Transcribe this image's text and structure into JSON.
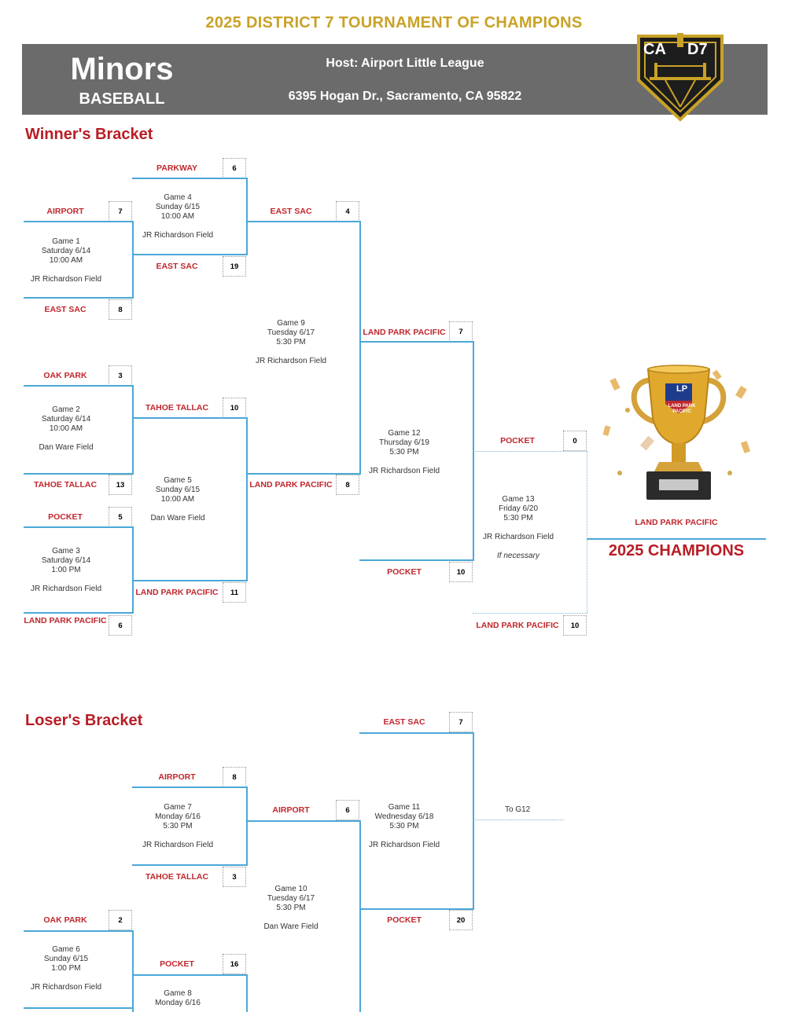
{
  "header": {
    "title": "2025 DISTRICT 7 TOURNAMENT OF CHAMPIONS",
    "division": "Minors",
    "sport": "BASEBALL",
    "host": "Host: Airport Little League",
    "address": "6395 Hogan Dr., Sacramento, CA 95822",
    "logo_text_left": "CA",
    "logo_text_right": "D7"
  },
  "sections": {
    "winners": "Winner's Bracket",
    "losers": "Loser's Bracket"
  },
  "games": {
    "g1": {
      "game": "Game 1",
      "date": "Saturday 6/14",
      "time": "10:00 AM",
      "field": "JR Richardson Field"
    },
    "g2": {
      "game": "Game 2",
      "date": "Saturday 6/14",
      "time": "10:00 AM",
      "field": "Dan Ware Field"
    },
    "g3": {
      "game": "Game 3",
      "date": "Saturday 6/14",
      "time": "1:00 PM",
      "field": "JR Richardson Field"
    },
    "g4": {
      "game": "Game 4",
      "date": "Sunday 6/15",
      "time": "10:00 AM",
      "field": "JR Richardson Field"
    },
    "g5": {
      "game": "Game 5",
      "date": "Sunday 6/15",
      "time": "10:00 AM",
      "field": "Dan Ware Field"
    },
    "g6": {
      "game": "Game 6",
      "date": "Sunday 6/15",
      "time": "1:00 PM",
      "field": "JR Richardson Field"
    },
    "g7": {
      "game": "Game 7",
      "date": "Monday 6/16",
      "time": "5:30 PM",
      "field": "JR Richardson Field"
    },
    "g8": {
      "game": "Game 8",
      "date": "Monday 6/16"
    },
    "g9": {
      "game": "Game 9",
      "date": "Tuesday 6/17",
      "time": "5:30 PM",
      "field": "JR Richardson Field"
    },
    "g10": {
      "game": "Game 10",
      "date": "Tuesday 6/17",
      "time": "5:30 PM",
      "field": "Dan Ware Field"
    },
    "g11": {
      "game": "Game 11",
      "date": "Wednesday 6/18",
      "time": "5:30 PM",
      "field": "JR Richardson Field"
    },
    "g12": {
      "game": "Game 12",
      "date": "Thursday 6/19",
      "time": "5:30 PM",
      "field": "JR Richardson Field"
    },
    "g13": {
      "game": "Game 13",
      "date": "Friday 6/20",
      "time": "5:30 PM",
      "field": "JR Richardson Field",
      "note": "If necessary"
    }
  },
  "winners_bracket": {
    "r1": [
      {
        "team": "AIRPORT",
        "score": "7"
      },
      {
        "team": "EAST SAC",
        "score": "8"
      },
      {
        "team": "OAK PARK",
        "score": "3"
      },
      {
        "team": "TAHOE TALLAC",
        "score": "13"
      },
      {
        "team": "POCKET",
        "score": "5"
      },
      {
        "team": "LAND PARK PACIFIC",
        "score": "6"
      }
    ],
    "r2": [
      {
        "team": "PARKWAY",
        "score": "6"
      },
      {
        "team": "EAST SAC",
        "score": "19"
      },
      {
        "team": "TAHOE TALLAC",
        "score": "10"
      },
      {
        "team": "LAND PARK PACIFIC",
        "score": "11"
      }
    ],
    "r3": [
      {
        "team": "EAST SAC",
        "score": "4"
      },
      {
        "team": "LAND PARK PACIFIC",
        "score": "8"
      }
    ],
    "r4": [
      {
        "team": "LAND PARK PACIFIC",
        "score": "7"
      },
      {
        "team": "POCKET",
        "score": "10"
      }
    ],
    "r5": [
      {
        "team": "POCKET",
        "score": "0"
      },
      {
        "team": "LAND PARK PACIFIC",
        "score": "10"
      }
    ],
    "champion": {
      "team": "LAND PARK PACIFIC",
      "label": "2025 CHAMPIONS",
      "trophy_text_top": "LAND PARK",
      "trophy_text_bottom": "PACIFIC",
      "trophy_monogram": "LP"
    }
  },
  "losers_bracket": {
    "r1": [
      {
        "team": "OAK PARK",
        "score": "2"
      }
    ],
    "r2": [
      {
        "team": "AIRPORT",
        "score": "8"
      },
      {
        "team": "TAHOE TALLAC",
        "score": "3"
      },
      {
        "team": "POCKET",
        "score": "16"
      }
    ],
    "r3": [
      {
        "team": "AIRPORT",
        "score": "6"
      }
    ],
    "r4": [
      {
        "team": "EAST SAC",
        "score": "7"
      },
      {
        "team": "POCKET",
        "score": "20"
      }
    ],
    "to_g12": "To G12"
  },
  "colors": {
    "accent_gold": "#c9a227",
    "team_red": "#c0272d",
    "line_blue": "#4aa8d8",
    "banner_gray": "#6b6b6b"
  }
}
